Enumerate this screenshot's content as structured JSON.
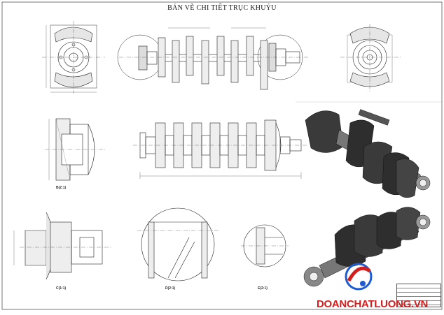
{
  "drawing": {
    "title": "BẢN VẼ CHI TIẾT TRỤC KHUỶU",
    "watermark": "DOANCHATLUONG.VN",
    "captions": {
      "view_left_mid": {
        "label": "B(2:1)"
      },
      "view_bottom_left": {
        "label": "C(1:1)"
      },
      "view_bottom_mid": {
        "label": "D(2:1)"
      },
      "view_bottom_right": {
        "label": "E(2:1)"
      }
    }
  }
}
